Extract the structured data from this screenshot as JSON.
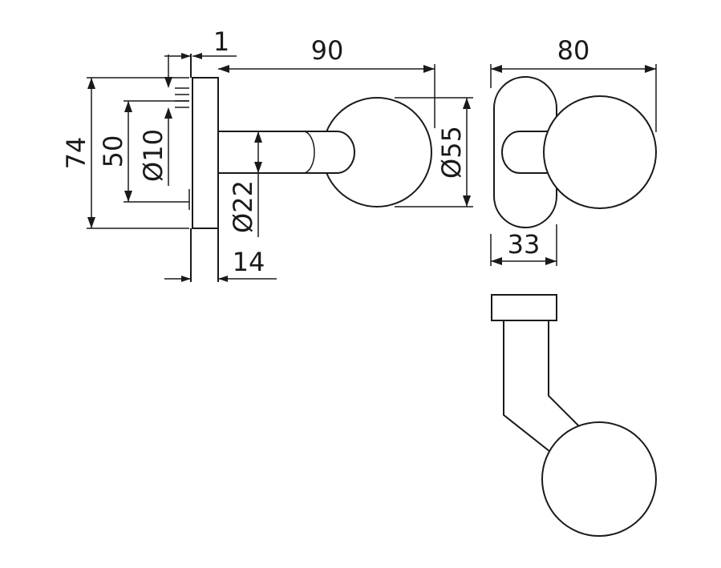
{
  "dimensions": {
    "rose_thickness": "1",
    "projection": "90",
    "knob_width": "80",
    "rose_diameter": "74",
    "rose_inner": "50",
    "screw_hole": "Ø10",
    "neck_diameter": "Ø22",
    "knob_diameter": "Ø55",
    "rose_depth": "14",
    "knob_depth": "33"
  },
  "colors": {
    "line": "#1a1a1a",
    "background": "#ffffff"
  }
}
